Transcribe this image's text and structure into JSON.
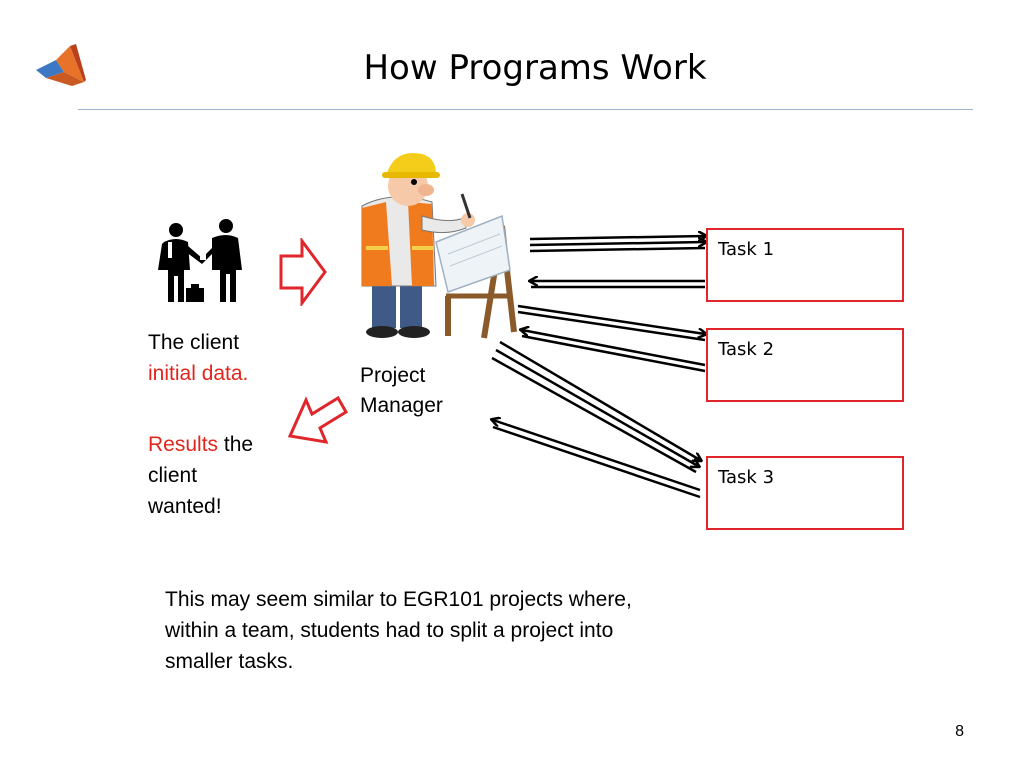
{
  "slide": {
    "title": "How Programs Work",
    "client_text_line1": "The client",
    "client_text_line2": "initial data.",
    "manager_label_line1": "Project",
    "manager_label_line2": "Manager",
    "results_word": "Results",
    "results_rest_line1": " the",
    "results_line2": "client",
    "results_line3": "wanted!",
    "note_line1": "This may seem similar to EGR101 projects where,",
    "note_line2": "within a team, students had to split a project into",
    "note_line3": "smaller tasks.",
    "tasks": [
      {
        "label": "Task 1"
      },
      {
        "label": "Task 2"
      },
      {
        "label": "Task 3"
      }
    ],
    "page_number": "8"
  },
  "icons": {
    "logo": "matlab-logo-icon",
    "client": "handshake-businessmen-icon",
    "manager": "construction-manager-icon"
  },
  "colors": {
    "accent_red": "#e0261d",
    "rule_blue": "#9db3cf"
  }
}
